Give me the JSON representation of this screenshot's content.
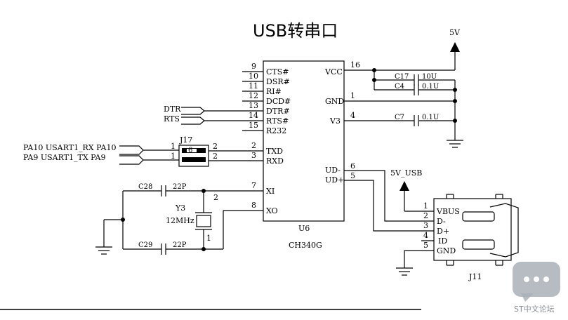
{
  "title": "USB转串口",
  "power_label": "5V",
  "usb_power_label": "5V_USB",
  "ic": {
    "ref": "U6",
    "part": "CH340G",
    "left_pins": [
      {
        "num": "9",
        "name": "CTS#"
      },
      {
        "num": "10",
        "name": "DSR#"
      },
      {
        "num": "11",
        "name": "RI#"
      },
      {
        "num": "12",
        "name": "DCD#"
      },
      {
        "num": "13",
        "name": "DTR#"
      },
      {
        "num": "14",
        "name": "RTS#"
      },
      {
        "num": "15",
        "name": "R232"
      },
      {
        "num": "2",
        "name": "TXD"
      },
      {
        "num": "3",
        "name": "RXD"
      },
      {
        "num": "7",
        "name": "XI"
      },
      {
        "num": "8",
        "name": "XO"
      }
    ],
    "right_pins": [
      {
        "num": "16",
        "name": "VCC"
      },
      {
        "num": "1",
        "name": "GND"
      },
      {
        "num": "4",
        "name": "V3"
      },
      {
        "num": "6",
        "name": "UD-"
      },
      {
        "num": "5",
        "name": "UD+"
      }
    ]
  },
  "capacitors": {
    "c17": {
      "ref": "C17",
      "value": "10U"
    },
    "c4": {
      "ref": "C4",
      "value": "0.1U"
    },
    "c7": {
      "ref": "C7",
      "value": "0.1U"
    },
    "c28": {
      "ref": "C28",
      "value": "22P"
    },
    "c29": {
      "ref": "C29",
      "value": "22P"
    }
  },
  "crystal": {
    "ref": "Y3",
    "value": "12MHz",
    "pin1": "1",
    "pin2": "2"
  },
  "jumper": {
    "ref": "J17",
    "pins_left": [
      "1",
      "1"
    ],
    "pins_right": [
      "2",
      "2"
    ],
    "inner_label": "6"
  },
  "nets": {
    "dtr": "DTR",
    "rts": "RTS",
    "rx": "PA10 USART1_RX PA10",
    "tx": "PA9  USART1_TX  PA9"
  },
  "usb_connector": {
    "ref": "J11",
    "pins": [
      {
        "num": "1",
        "name": "VBUS"
      },
      {
        "num": "2",
        "name": "D-"
      },
      {
        "num": "3",
        "name": "D+"
      },
      {
        "num": "4",
        "name": "ID"
      },
      {
        "num": "5",
        "name": "GND"
      }
    ]
  },
  "watermark": {
    "text": "ST中文论坛",
    "icon": "chat-bubble-icon"
  }
}
